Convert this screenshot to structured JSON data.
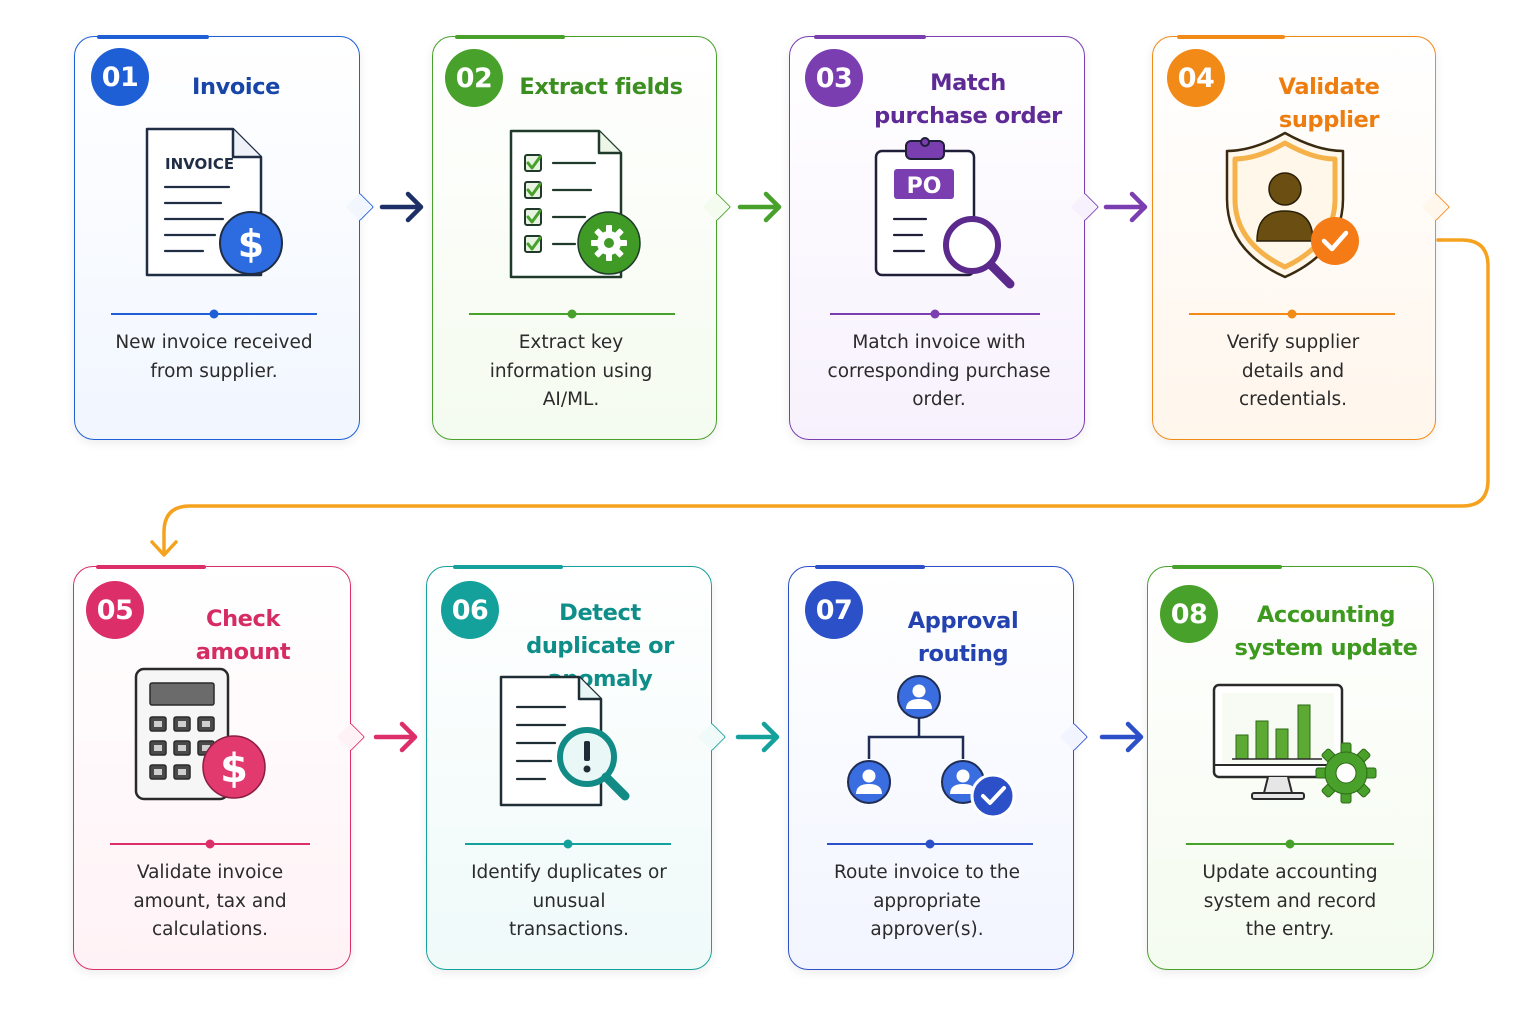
{
  "steps": [
    {
      "number": "01",
      "title": "Invoice",
      "description": "New invoice received from supplier.",
      "icon": "invoice-dollar-icon",
      "color": "#1e5fd6",
      "icon_text": "INVOICE"
    },
    {
      "number": "02",
      "title": "Extract fields",
      "description": "Extract key information using AI/ML.",
      "icon": "checklist-gear-icon",
      "color": "#47a12a"
    },
    {
      "number": "03",
      "title": "Match purchase order",
      "description": "Match invoice with corresponding purchase order.",
      "icon": "po-clipboard-magnifier-icon",
      "color": "#7a3eb1",
      "icon_text": "PO"
    },
    {
      "number": "04",
      "title": "Validate supplier",
      "description": "Verify supplier details and credentials.",
      "icon": "shield-user-check-icon",
      "color": "#f28a17"
    },
    {
      "number": "05",
      "title": "Check amount",
      "description": "Validate invoice amount, tax and calculations.",
      "icon": "calculator-dollar-icon",
      "color": "#dc2f6a"
    },
    {
      "number": "06",
      "title": "Detect duplicate or anomaly",
      "description": "Identify duplicates or unusual transactions.",
      "icon": "document-alert-magnifier-icon",
      "color": "#15a19b"
    },
    {
      "number": "07",
      "title": "Approval routing",
      "description": "Route invoice to the appropriate approver(s).",
      "icon": "org-chart-approval-icon",
      "color": "#2c50c8"
    },
    {
      "number": "08",
      "title": "Accounting system update",
      "description": "Update accounting system and record the entry.",
      "icon": "monitor-chart-gear-icon",
      "color": "#47a12a"
    }
  ],
  "connectors": [
    {
      "from": "01",
      "to": "02",
      "color": "#1c2f66"
    },
    {
      "from": "02",
      "to": "03",
      "color": "#47a12a"
    },
    {
      "from": "03",
      "to": "04",
      "color": "#7a3eb1"
    },
    {
      "from": "04",
      "to": "05",
      "color": "#f5a21f"
    },
    {
      "from": "05",
      "to": "06",
      "color": "#dc2f6a"
    },
    {
      "from": "06",
      "to": "07",
      "color": "#15a19b"
    },
    {
      "from": "07",
      "to": "08",
      "color": "#2c50c8"
    }
  ]
}
